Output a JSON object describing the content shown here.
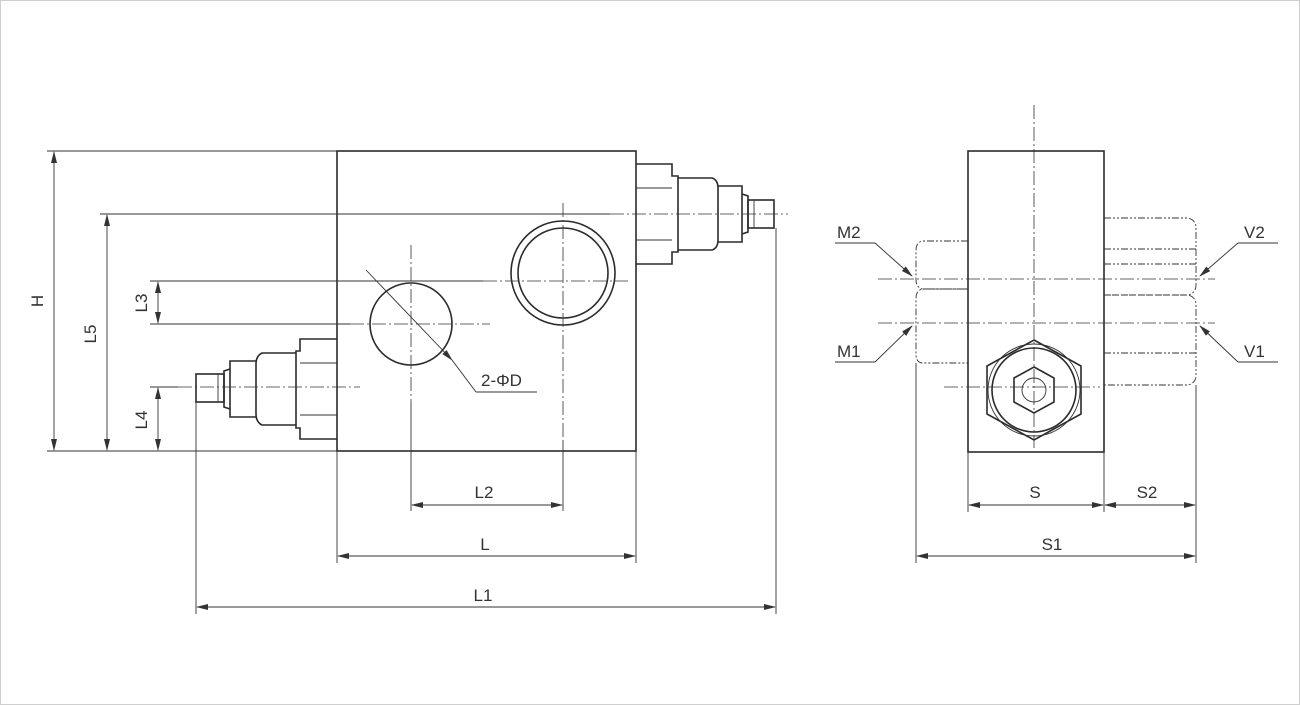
{
  "labels": {
    "H": "H",
    "L5": "L5",
    "L3": "L3",
    "L4": "L4",
    "L2": "L2",
    "L": "L",
    "L1": "L1",
    "hole_note": "2-ΦD",
    "M1": "M1",
    "M2": "M2",
    "V1": "V1",
    "V2": "V2",
    "S": "S",
    "S1": "S1",
    "S2": "S2"
  }
}
